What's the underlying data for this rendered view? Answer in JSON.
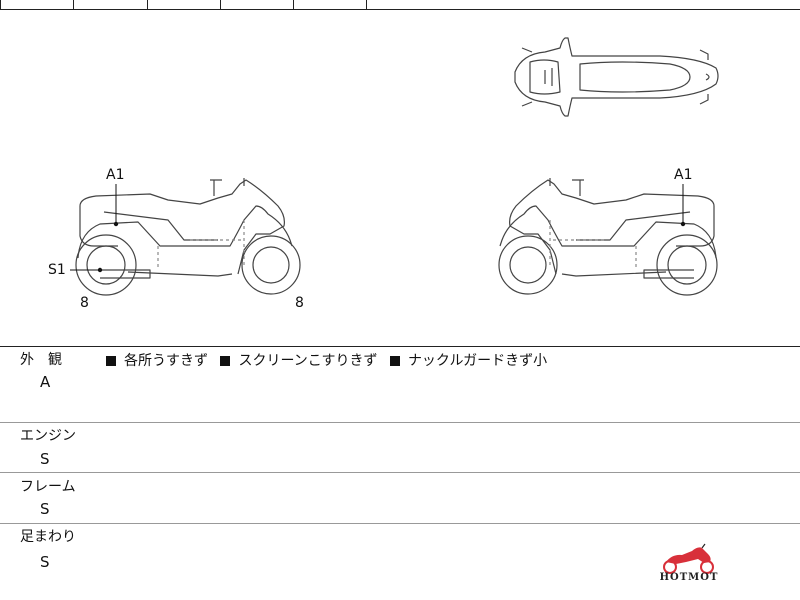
{
  "diagram": {
    "labels": {
      "left_a1": "A1",
      "left_s1": "S1",
      "left_front_wheel": "8",
      "left_rear_wheel": "8",
      "right_a1": "A1"
    }
  },
  "sections": {
    "exterior": {
      "title": "外　観",
      "grade": "A",
      "notes": [
        "各所うすきず",
        "スクリーンこすりきず",
        "ナックルガードきず小"
      ]
    },
    "engine": {
      "title": "エンジン",
      "grade": "S"
    },
    "frame": {
      "title": "フレーム",
      "grade": "S"
    },
    "suspension": {
      "title": "足まわり",
      "grade": "S"
    }
  },
  "logo": {
    "text": "HOTMOT"
  },
  "colors": {
    "logo_red": "#d8303a",
    "line": "#222222"
  }
}
